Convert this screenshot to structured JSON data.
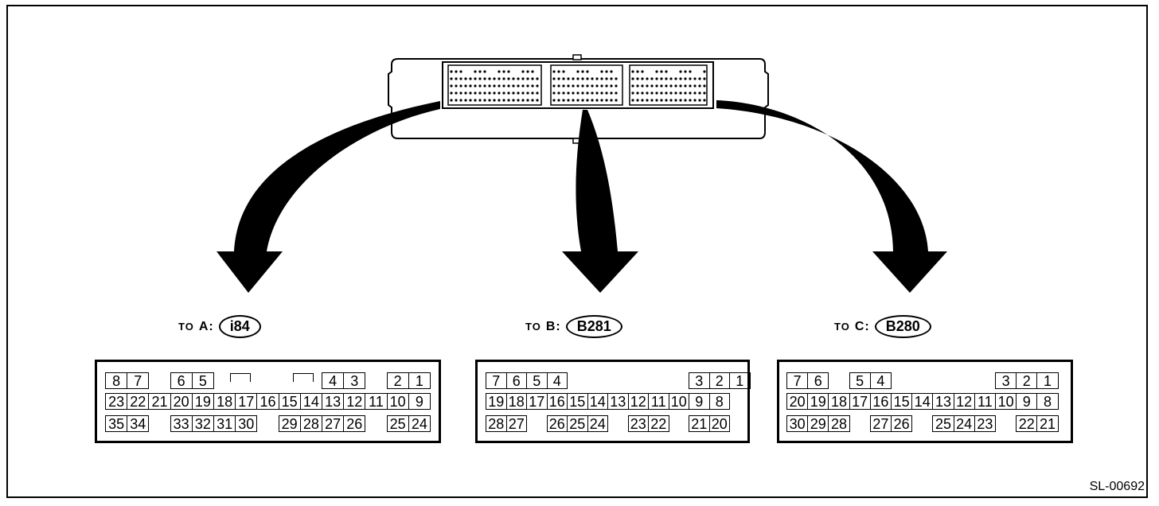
{
  "code": "SL-00692",
  "connectors": [
    {
      "id": "A",
      "to": "TO",
      "letter": "A:",
      "name": "i84",
      "rows": [
        [
          "8",
          "7",
          "",
          "6",
          "5",
          "",
          "",
          "",
          "",
          "",
          "4",
          "3",
          "",
          "2",
          "1"
        ],
        [
          "23",
          "22",
          "21",
          "20",
          "19",
          "18",
          "17",
          "16",
          "15",
          "14",
          "13",
          "12",
          "11",
          "10",
          "9"
        ],
        [
          "35",
          "34",
          "",
          "33",
          "32",
          "31",
          "30",
          "",
          "29",
          "28",
          "27",
          "26",
          "",
          "25",
          "24"
        ]
      ]
    },
    {
      "id": "B",
      "to": "TO",
      "letter": "B:",
      "name": "B281",
      "rows": [
        [
          "7",
          "6",
          "5",
          "4",
          "",
          "",
          "",
          "",
          "",
          "",
          "3",
          "2",
          "1"
        ],
        [
          "19",
          "18",
          "17",
          "16",
          "15",
          "14",
          "13",
          "12",
          "11",
          "10",
          "9",
          "8"
        ],
        [
          "28",
          "27",
          "",
          "26",
          "25",
          "24",
          "",
          "23",
          "22",
          "",
          "21",
          "20"
        ]
      ]
    },
    {
      "id": "C",
      "to": "TO",
      "letter": "C:",
      "name": "B280",
      "rows": [
        [
          "7",
          "6",
          "",
          "5",
          "4",
          "",
          "",
          "",
          "",
          "",
          "3",
          "2",
          "1"
        ],
        [
          "20",
          "19",
          "18",
          "17",
          "16",
          "15",
          "14",
          "13",
          "12",
          "11",
          "10",
          "9",
          "8"
        ],
        [
          "30",
          "29",
          "28",
          "",
          "27",
          "26",
          "",
          "25",
          "24",
          "23",
          "",
          "22",
          "21"
        ]
      ]
    }
  ]
}
